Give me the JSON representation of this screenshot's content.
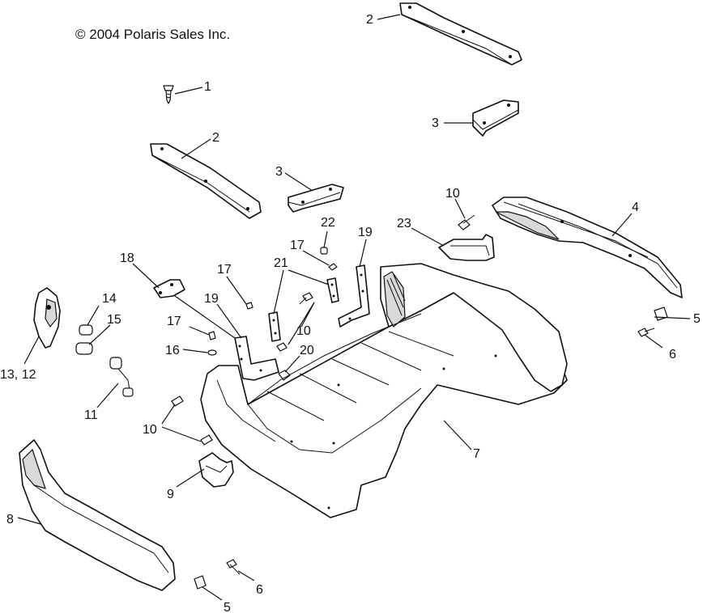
{
  "copyright": "© 2004 Polaris Sales Inc.",
  "callouts": [
    {
      "id": "c2a",
      "text": "2"
    },
    {
      "id": "c1",
      "text": "1"
    },
    {
      "id": "c3a",
      "text": "3"
    },
    {
      "id": "c2b",
      "text": "2"
    },
    {
      "id": "c3b",
      "text": "3"
    },
    {
      "id": "c10a",
      "text": "10"
    },
    {
      "id": "c4",
      "text": "4"
    },
    {
      "id": "c23",
      "text": "23"
    },
    {
      "id": "c22",
      "text": "22"
    },
    {
      "id": "c19a",
      "text": "19"
    },
    {
      "id": "c17a",
      "text": "17"
    },
    {
      "id": "c21",
      "text": "21"
    },
    {
      "id": "c18",
      "text": "18"
    },
    {
      "id": "c17b",
      "text": "17"
    },
    {
      "id": "c5a",
      "text": "5"
    },
    {
      "id": "c14",
      "text": "14"
    },
    {
      "id": "c19b",
      "text": "19"
    },
    {
      "id": "c10b",
      "text": "10"
    },
    {
      "id": "c15",
      "text": "15"
    },
    {
      "id": "c17c",
      "text": "17"
    },
    {
      "id": "c6a",
      "text": "6"
    },
    {
      "id": "c16",
      "text": "16"
    },
    {
      "id": "c20",
      "text": "20"
    },
    {
      "id": "c1312",
      "text": "13, 12"
    },
    {
      "id": "c11",
      "text": "11"
    },
    {
      "id": "c10c",
      "text": "10"
    },
    {
      "id": "c7",
      "text": "7"
    },
    {
      "id": "c9",
      "text": "9"
    },
    {
      "id": "c8",
      "text": "8"
    },
    {
      "id": "c6b",
      "text": "6"
    },
    {
      "id": "c5b",
      "text": "5"
    }
  ]
}
